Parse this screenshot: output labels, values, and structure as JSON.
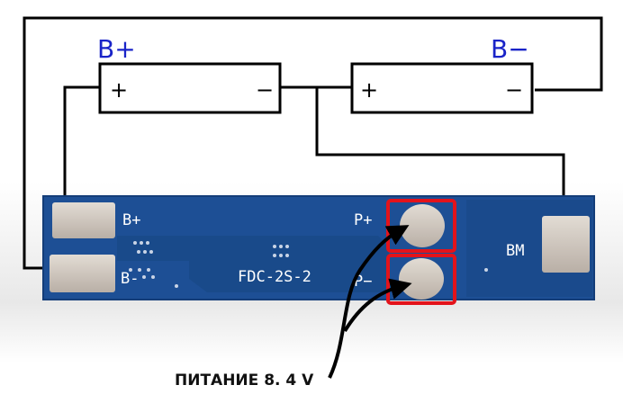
{
  "battery_labels": {
    "left": "B+",
    "right": "B−"
  },
  "battery1": {
    "plus": "+",
    "minus": "−"
  },
  "battery2": {
    "plus": "+",
    "minus": "−"
  },
  "board": {
    "model": "FDC-2S-2",
    "pad_b_plus": "B+",
    "pad_b_minus": "B-",
    "pad_p_plus": "P+",
    "pad_p_minus": "P−",
    "pad_bm": "BM"
  },
  "caption": "ПИТАНИЕ 8. 4  V",
  "colors": {
    "board": "#1d4f95",
    "highlight": "#e3131b",
    "label": "#1a24c8",
    "wire": "#000000"
  }
}
